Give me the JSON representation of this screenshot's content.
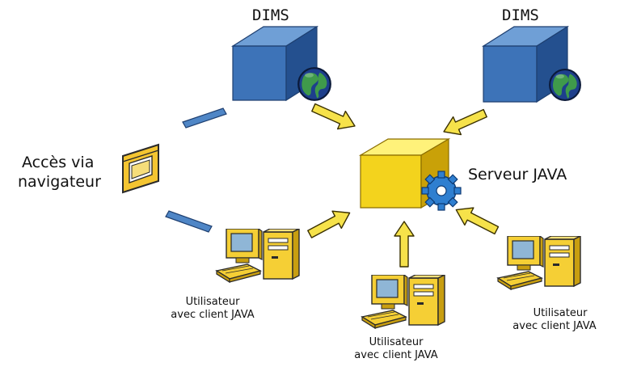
{
  "nodes": {
    "dims_left": {
      "label": "DIMS"
    },
    "dims_right": {
      "label": "DIMS"
    },
    "java_server": {
      "label": "Serveur JAVA"
    },
    "browser_access": {
      "line1": "Accès via",
      "line2": "navigateur"
    },
    "client_left": {
      "line1": "Utilisateur",
      "line2": "avec client JAVA"
    },
    "client_center": {
      "line1": "Utilisateur",
      "line2": "avec client JAVA"
    },
    "client_right": {
      "line1": "Utilisateur",
      "line2": "avec client JAVA"
    }
  },
  "colors": {
    "dims_top": "#6f9fd6",
    "dims_front": "#3d73b8",
    "dims_side": "#24508f",
    "server_top": "#fff27a",
    "server_front": "#f3d31d",
    "server_side": "#c9a108",
    "gear": "#2f7fd0",
    "globe_sea": "#1d3f8c",
    "globe_land": "#3f9a4b",
    "arrow_yellow": "#f6e24a",
    "bar_blue": "#4f86c6",
    "pc_body": "#f5cf35",
    "pc_shadow": "#c89e10",
    "pc_screen": "#8fb6d6"
  },
  "icons": {
    "globe": "globe-icon",
    "gear": "gear-icon",
    "browser": "browser-window-icon",
    "workstation": "workstation-icon"
  }
}
